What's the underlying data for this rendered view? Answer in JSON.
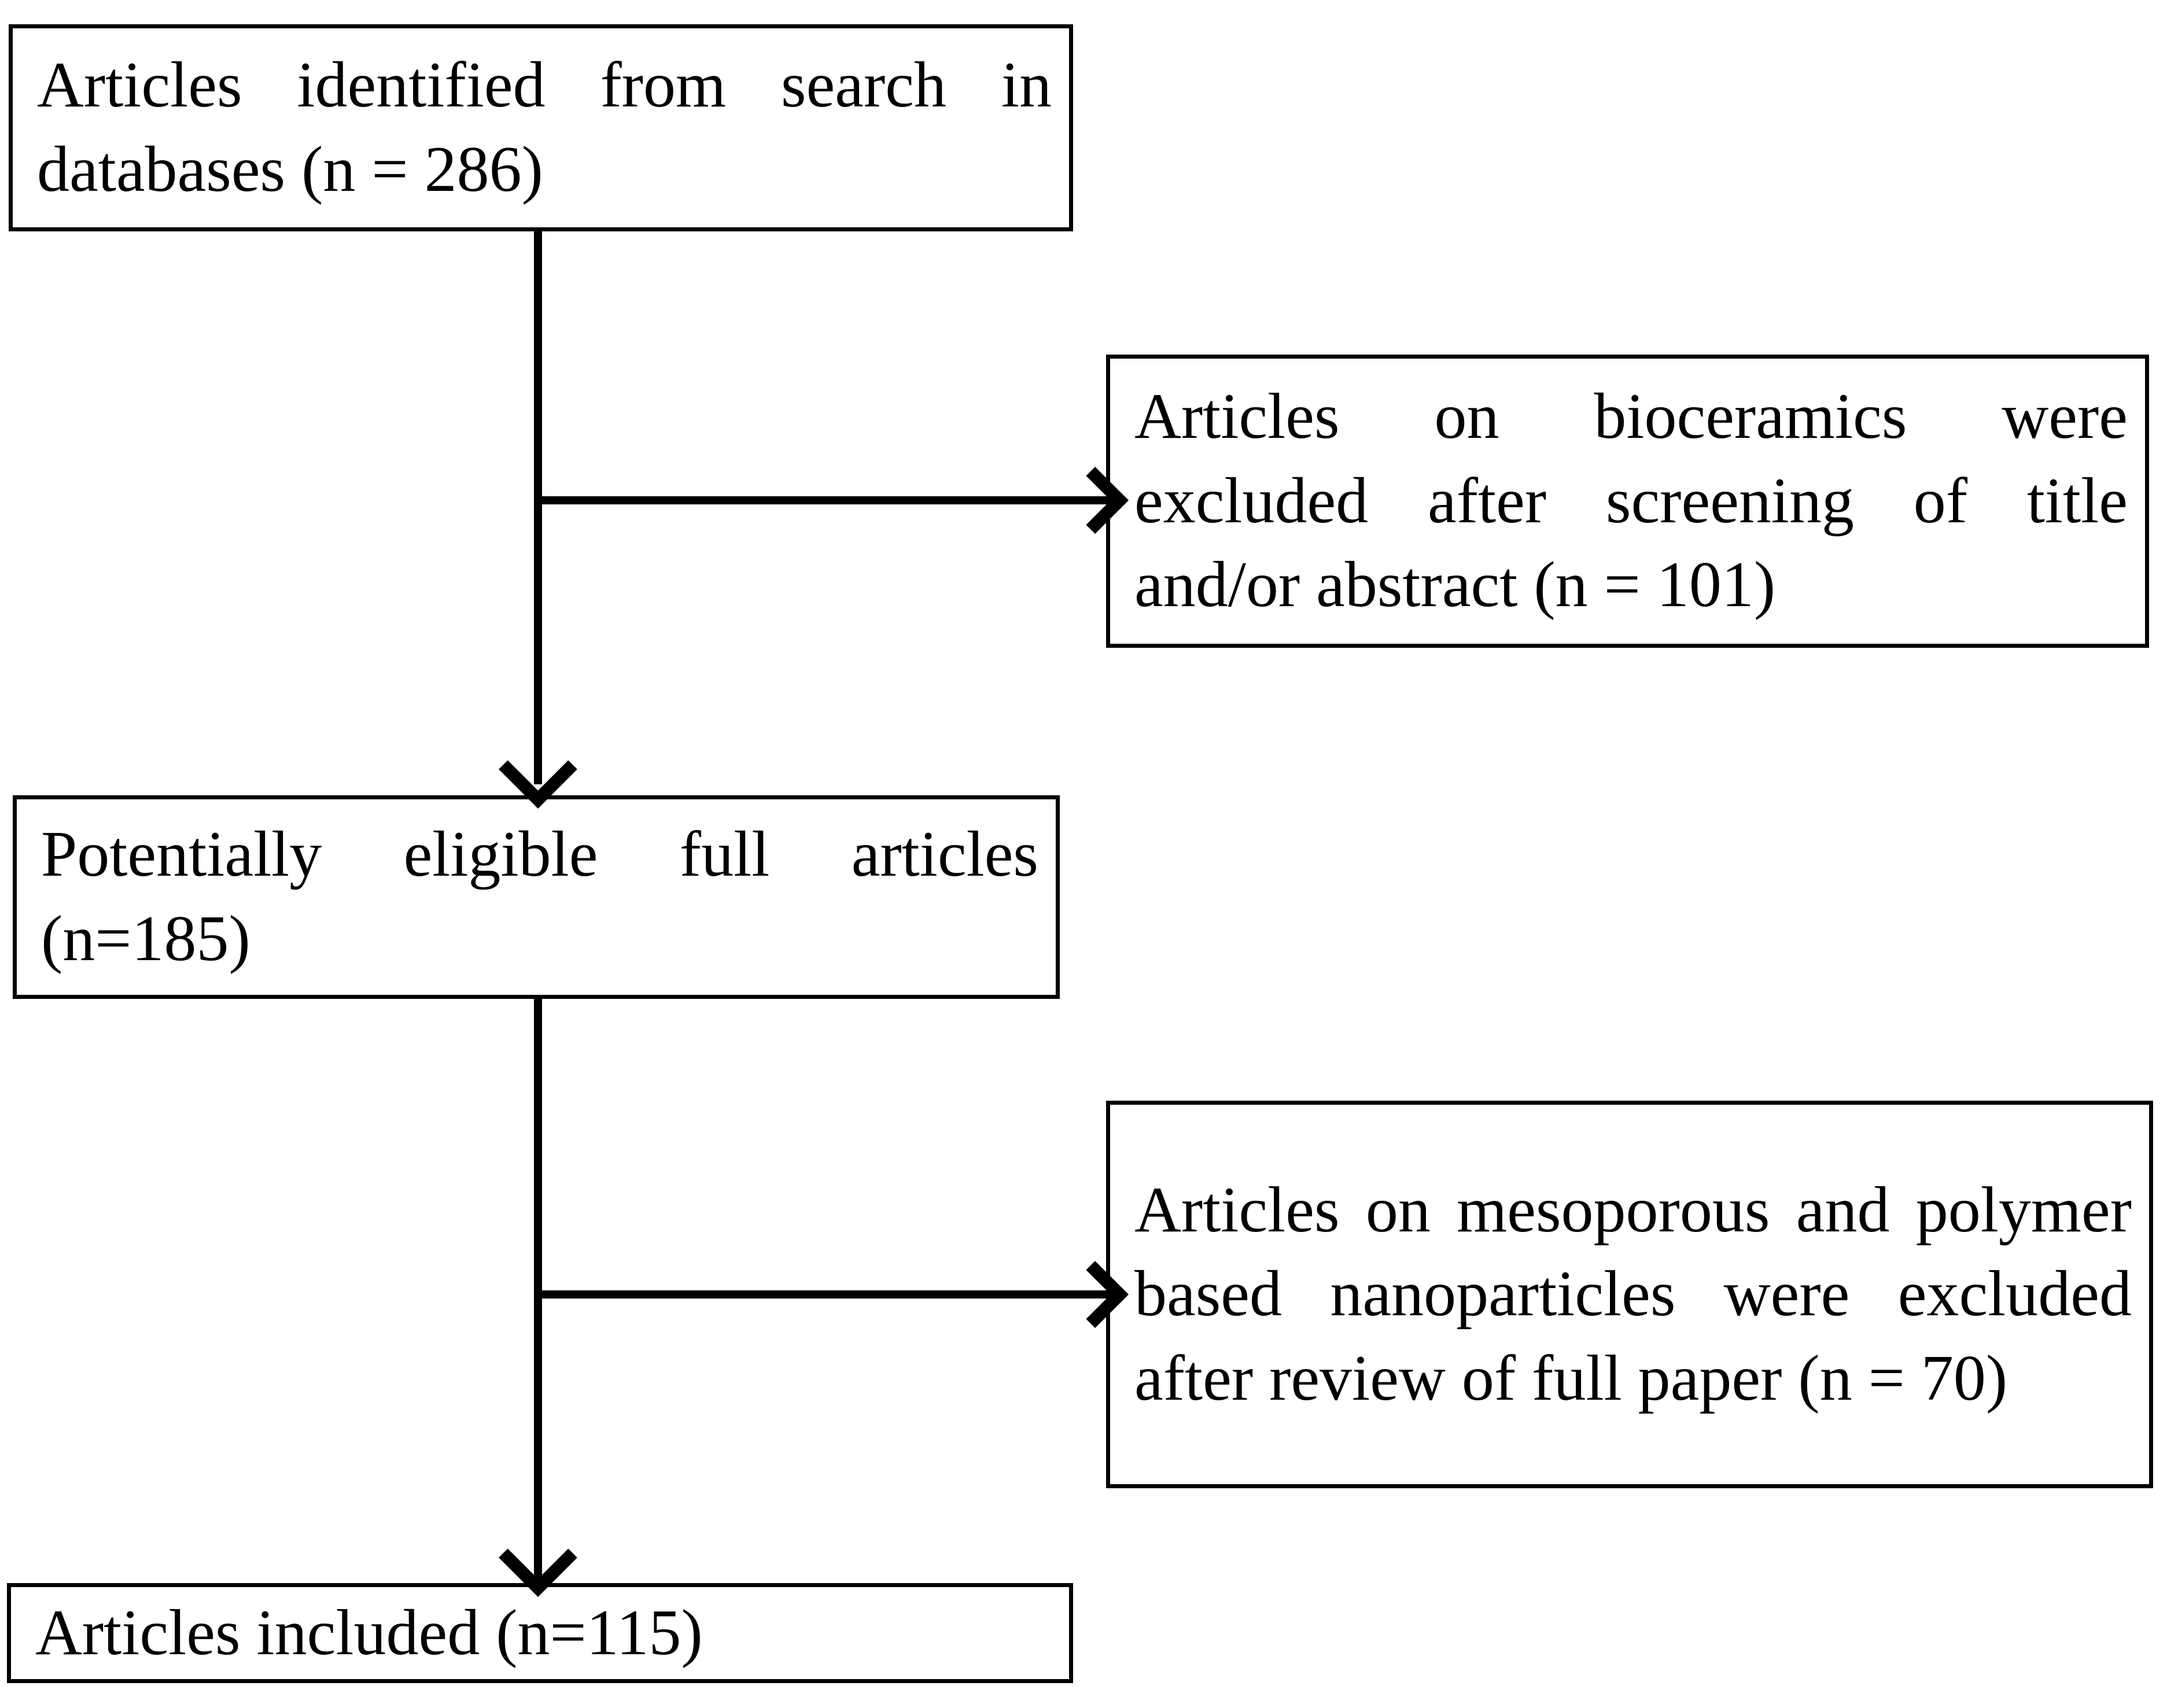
{
  "diagram": {
    "type": "prisma-flow-diagram",
    "orientation": "vertical",
    "line_color": "#000000",
    "box_border_color": "#000000",
    "box_fill_color": "#ffffff",
    "text_color": "#000000",
    "nodes": [
      {
        "id": "identified",
        "role": "identification",
        "text": "Articles identified from search in databases (n = 286)",
        "count": 286,
        "count_label": "n = 286"
      },
      {
        "id": "excluded-screening",
        "role": "exclusion",
        "text": "Articles on bioceramics were excluded after screening of title and/or abstract (n = 101)",
        "count": 101,
        "count_label": "n = 101"
      },
      {
        "id": "eligible",
        "role": "eligibility",
        "text": "Potentially eligible full articles (n=185)",
        "count": 185,
        "count_label": "n=185"
      },
      {
        "id": "excluded-fulltext",
        "role": "exclusion",
        "text": "Articles on mesoporous and polymer based nanoparticles were excluded after review of full paper (n = 70)",
        "count": 70,
        "count_label": "n = 70"
      },
      {
        "id": "included",
        "role": "inclusion",
        "text": "Articles included (n=115)",
        "count": 115,
        "count_label": "n=115"
      }
    ],
    "connectors": [
      {
        "id": "identified-to-eligible",
        "from": "identified",
        "to": "eligible",
        "direction": "down",
        "arrowhead": "open-chevron"
      },
      {
        "id": "identified-to-excluded-screening",
        "from": "identified",
        "to": "excluded-screening",
        "direction": "right",
        "arrowhead": "open-chevron"
      },
      {
        "id": "eligible-to-included",
        "from": "eligible",
        "to": "included",
        "direction": "down",
        "arrowhead": "open-chevron"
      },
      {
        "id": "eligible-to-excluded-fulltext",
        "from": "eligible",
        "to": "excluded-fulltext",
        "direction": "right",
        "arrowhead": "open-chevron"
      }
    ]
  }
}
